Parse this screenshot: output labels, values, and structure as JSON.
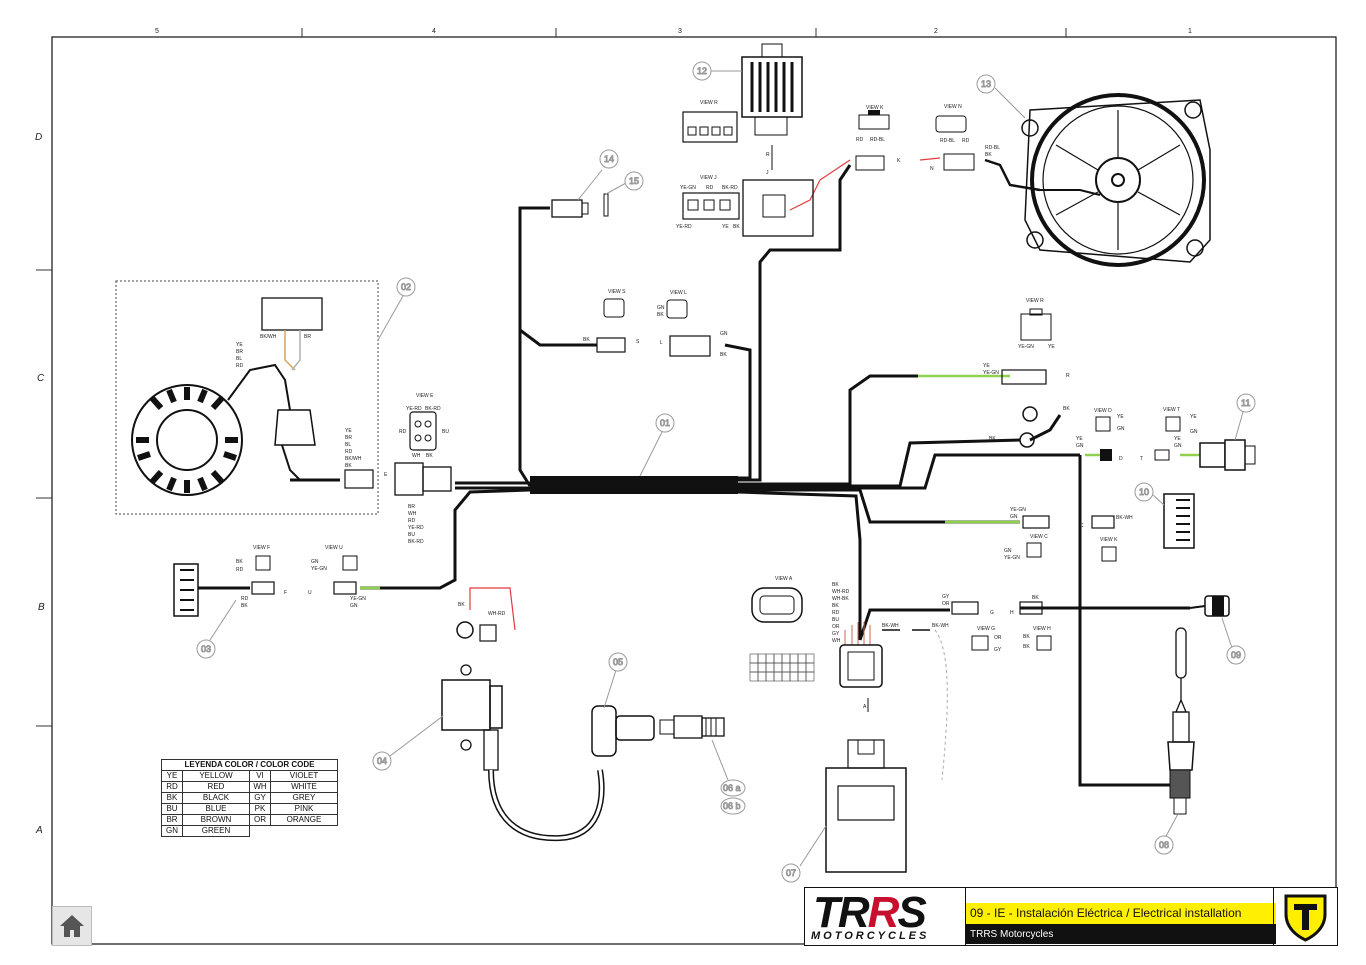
{
  "grid": {
    "columns": [
      "5",
      "4",
      "3",
      "2",
      "1"
    ],
    "rows": [
      "D",
      "C",
      "B",
      "A"
    ]
  },
  "callouts": [
    "12",
    "13",
    "14",
    "15",
    "02",
    "01",
    "11",
    "10",
    "03",
    "05",
    "04",
    "06 a",
    "06 b",
    "07",
    "08",
    "09"
  ],
  "views": {
    "k": "VIEW K",
    "n": "VIEW N",
    "j": "VIEW J",
    "s": "VIEW S",
    "l": "VIEW L",
    "r": "VIEW R",
    "e": "VIEW E",
    "f": "VIEW F",
    "u": "VIEW U",
    "d": "VIEW D",
    "t": "VIEW T",
    "c": "VIEW C",
    "a": "VIEW A",
    "g": "VIEW G",
    "h": "VIEW H"
  },
  "connector_letters": {
    "k": "K",
    "n": "N",
    "j": "J",
    "s": "S",
    "l": "L",
    "r": "R",
    "e": "E",
    "f": "F",
    "u": "U",
    "d": "D",
    "t": "T",
    "c": "C",
    "a": "A",
    "g": "G",
    "h": "H"
  },
  "wire_labels": {
    "stator_top": [
      "YE",
      "BR",
      "BL",
      "RD"
    ],
    "bkwh": "BK/WH",
    "br": "BR",
    "stator_out": [
      "YE",
      "BR",
      "BL",
      "RD",
      "BK/WH",
      "BK"
    ],
    "view_e_top": [
      "YE-RD",
      "BK-RD"
    ],
    "rd": "RD",
    "bu": "BU",
    "wh": "WH",
    "bk": "BK",
    "view_e_out": [
      "BR",
      "WH",
      "RD",
      "YE-RD",
      "BU",
      "BK-RD"
    ],
    "view_k": [
      "RD",
      "RD-BL"
    ],
    "view_n": [
      "RD-BL",
      "RD"
    ],
    "fan_out": [
      "RD-BL",
      "BK"
    ],
    "view_j_top": [
      "YE-GN",
      "RD",
      "BK-RD"
    ],
    "view_j_bot": [
      "YE-RD",
      "YE",
      "BK"
    ],
    "view_l": [
      "GN",
      "BK"
    ],
    "gn": "GN",
    "view_r": [
      "YE-GN",
      "YE"
    ],
    "ye": "YE",
    "yegn": "YE-GN",
    "view_d": [
      "YE",
      "GN"
    ],
    "view_t": [
      "YE",
      "GN"
    ],
    "ye_gn_stack": [
      "YE",
      "GN"
    ],
    "view_c_in": [
      "YE-GN",
      "GN"
    ],
    "bkwh_dash": "BK-WH",
    "view_c": [
      "GN",
      "YE-GN"
    ],
    "view_f": [
      "BK",
      "RD"
    ],
    "rd_bk": [
      "RD",
      "BK"
    ],
    "view_u": [
      "GN",
      "YE-GN"
    ],
    "yegn_gn": [
      "YE-GN",
      "GN"
    ],
    "whrd": "WH-RD",
    "ecu_wires": [
      "BK",
      "WH-RD",
      "WH-BK",
      "BK",
      "RD",
      "BU",
      "OR",
      "GY",
      "WH"
    ],
    "gy_or": [
      "GY",
      "OR"
    ],
    "view_g": [
      "OR",
      "GY"
    ],
    "view_h": [
      "BK",
      "BK"
    ]
  },
  "legend": {
    "title": "LEYENDA COLOR / COLOR CODE",
    "rows": [
      [
        "YE",
        "YELLOW",
        "VI",
        "VIOLET"
      ],
      [
        "RD",
        "RED",
        "WH",
        "WHITE"
      ],
      [
        "BK",
        "BLACK",
        "GY",
        "GREY"
      ],
      [
        "BU",
        "BLUE",
        "PK",
        "PINK"
      ],
      [
        "BR",
        "BROWN",
        "OR",
        "ORANGE"
      ],
      [
        "GN",
        "GREEN",
        "",
        ""
      ]
    ]
  },
  "title_block": {
    "brand": "TRRS",
    "brand_sub": "MOTORCYCLES",
    "doc_title": "09 - IE - Instalación Eléctrica / Electrical installation",
    "company": "TRRS Motorcycles"
  },
  "colors": {
    "wire": "#111111",
    "green_wire": "#8fd14f",
    "red_wire": "#e23b3b",
    "callout": "#9a9a9a",
    "title_yellow": "#ffef00",
    "brand_red": "#c8102e"
  },
  "icons": {
    "home": "home-icon",
    "shield": "trrs-shield-logo"
  }
}
